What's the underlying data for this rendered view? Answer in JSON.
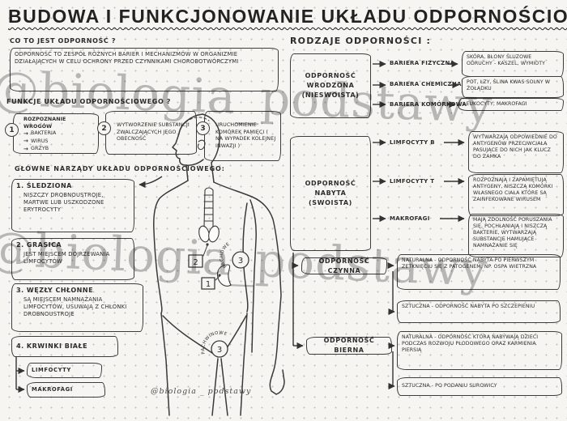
{
  "watermark": {
    "text": "@biologia_podstawy"
  },
  "title": "BUDOWA I FUNKCJONOWANIE UKŁADU ODPORNOŚCIOWEGO",
  "icons": {
    "arrow_right": "→"
  },
  "colors": {
    "ink": "#3c3c3c",
    "paper": "#f6f5f2",
    "watermark_gray": "#6e6e6e"
  },
  "left": {
    "q1": "CO TO JEST ODPORNOŚĆ ?",
    "definition": "ODPORNOŚĆ TO ZESPÓŁ RÓŻNYCH BARIER I MECHANIZMÓW W ORGANIZMIE DZIAŁAJĄCYCH W CELU OCHRONY PRZED CZYNNIKAMI CHOROBOTWÓRCZYMI",
    "q2": "FUNKCJE UKŁADU ODPORNOŚCIOWEGO ?",
    "functions": [
      {
        "num": "1",
        "text": "ROZPOZNANIE WROGÓW",
        "items": [
          "BAKTERIA",
          "WIRUS",
          "GRZYB"
        ]
      },
      {
        "num": "2",
        "text": "WYTWORZENIE SUBSTANCJI ZWALCZAJĄCYCH JEGO OBECNOŚĆ"
      },
      {
        "num": "3",
        "text": "URUCHOMIENIE KOMÓREK PAMIĘCI ( NA WYPADEK KOLEJNEJ INWAZJI )"
      }
    ],
    "organs_heading": "GŁÓWNE NARZĄDY UKŁADU ODPORNOŚCIOWEGO:",
    "organs": [
      {
        "num": "1.",
        "name": "ŚLEDZIONA",
        "desc": "NISZCZY DROBNOUSTROJE, MARTWE LUB USZKODZONE ERYTROCYTY"
      },
      {
        "num": "2.",
        "name": "GRASICA",
        "desc": "JEST MIEJSCEM DOJRZEWANIA LIMFOCYTÓW"
      },
      {
        "num": "3.",
        "name": "WĘZŁY CHŁONNE",
        "desc": "SĄ MIEJSCEM NAMNAŻANIA LIMFOCYTÓW, USUWAJĄ Z CHŁONKI DROBNOUSTROJE"
      },
      {
        "num": "4.",
        "name": "KRWINKI BIAŁE",
        "desc": ""
      }
    ],
    "white_cells": [
      "LIMFOCYTY",
      "MAKROFAGI"
    ]
  },
  "body": {
    "label_thymus": "2",
    "label_spleen": "1",
    "label_armpit": "3",
    "armpit_text": "PACHOWE",
    "label_groin": "3",
    "groin_text": "PACHWINOWE",
    "signature": "@biologia _ podstawy"
  },
  "right": {
    "heading": "RODZAJE ODPORNOŚCI :",
    "innate": {
      "title": "ODPORNOŚĆ\nWRODZONA\n(NIESWOISTA)",
      "rows": [
        {
          "label": "BARIERA FIZYCZNA",
          "desc": "SKÓRA, BŁONY ŚLUZOWE ODRUCHY - KASZEL, WYMIOTY"
        },
        {
          "label": "BARIERA CHEMICZNA",
          "desc": "POT, ŁZY, ŚLINA KWAS SOLNY W ŻOŁĄDKU"
        },
        {
          "label": "BARIERA KOMÓRKOWA",
          "desc": "LEUKOCYTY, MAKROFAGI"
        }
      ]
    },
    "acquired": {
      "title": "ODPORNOŚĆ\nNABYTA\n(SWOISTA)",
      "rows": [
        {
          "label": "LIMFOCYTY B",
          "desc": "WYTWARZAJĄ ODPOWIEDNIE DO ANTYGENÓW PRZECIWCIAŁA PASUJĄCE DO NICH JAK KLUCZ DO ZAMKA"
        },
        {
          "label": "LIMFOCYTY T",
          "desc": "ROZPOZNAJĄ I ZAPAMIĘTUJĄ ANTYGENY, NISZCZĄ KOMÓRKI WŁASNEGO CIAŁA KTÓRE SĄ ZAINFEKOWANE WIRUSEM"
        },
        {
          "label": "MAKROFAGI",
          "desc": "MAJĄ ZDOLNOŚĆ PORUSZANIA SIĘ, POCHŁANIAJĄ I NISZCZĄ BAKTERIE, WYTWARZAJĄ SUBSTANCJE HAMUJĄCE NAMNAŻANIE SIĘ"
        }
      ]
    },
    "active": {
      "title": "ODPORNOŚĆ CZYNNA",
      "rows": [
        "NATURALNA - ODPORNOŚĆ NABYTA PO PIERWSZYM ZETKNIĘCIU SIĘ Z PATOGENEM, NP. OSPA WIETRZNA",
        "SZTUCZNA - ODPORNOŚĆ NABYTA PO SZCZEPIENIU"
      ]
    },
    "passive": {
      "title": "ODPORNOŚĆ BIERNA",
      "rows": [
        "NATURALNA - ODPORNOŚĆ KTÓRĄ NABYWAJĄ DZIECI PODCZAS ROZWOJU PŁODOWEGO ORAZ KARMIENIA PIERSIĄ",
        "SZTUCZNA - PO PODANIU SUROWICY"
      ]
    }
  }
}
